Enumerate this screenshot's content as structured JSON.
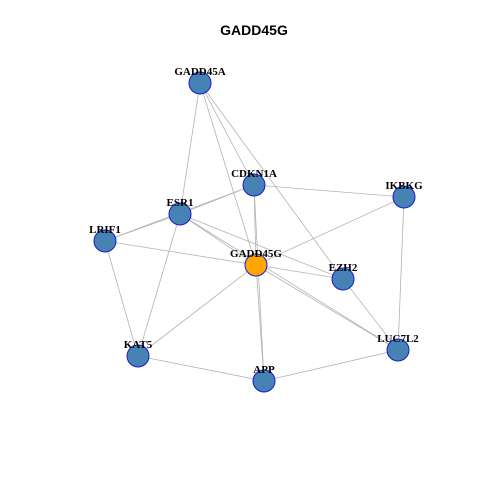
{
  "title": "GADD45G",
  "colors": {
    "node_fill": "#4682b4",
    "center_fill": "#ffa500",
    "node_border": "#1a1acc",
    "edge": "#b3b3b3"
  },
  "nodes": [
    {
      "id": "GADD45A",
      "label": "GADD45A",
      "center": false
    },
    {
      "id": "CDKN1A",
      "label": "CDKN1A",
      "center": false
    },
    {
      "id": "IKBKG",
      "label": "IKBKG",
      "center": false
    },
    {
      "id": "ESR1",
      "label": "ESR1",
      "center": false
    },
    {
      "id": "LRIF1",
      "label": "LRIF1",
      "center": false
    },
    {
      "id": "GADD45G",
      "label": "GADD45G",
      "center": true
    },
    {
      "id": "EZH2",
      "label": "EZH2",
      "center": false
    },
    {
      "id": "LUC7L2",
      "label": "LUC7L2",
      "center": false
    },
    {
      "id": "KAT5",
      "label": "KAT5",
      "center": false
    },
    {
      "id": "APP",
      "label": "APP",
      "center": false
    }
  ],
  "edges": [
    [
      "GADD45A",
      "ESR1"
    ],
    [
      "GADD45A",
      "CDKN1A"
    ],
    [
      "GADD45A",
      "GADD45G"
    ],
    [
      "GADD45A",
      "EZH2"
    ],
    [
      "CDKN1A",
      "ESR1"
    ],
    [
      "CDKN1A",
      "LRIF1"
    ],
    [
      "CDKN1A",
      "IKBKG"
    ],
    [
      "CDKN1A",
      "GADD45G"
    ],
    [
      "CDKN1A",
      "APP"
    ],
    [
      "ESR1",
      "LRIF1"
    ],
    [
      "ESR1",
      "GADD45G"
    ],
    [
      "ESR1",
      "EZH2"
    ],
    [
      "ESR1",
      "KAT5"
    ],
    [
      "ESR1",
      "LUC7L2"
    ],
    [
      "LRIF1",
      "GADD45G"
    ],
    [
      "LRIF1",
      "KAT5"
    ],
    [
      "IKBKG",
      "GADD45G"
    ],
    [
      "IKBKG",
      "LUC7L2"
    ],
    [
      "GADD45G",
      "EZH2"
    ],
    [
      "GADD45G",
      "LUC7L2"
    ],
    [
      "GADD45G",
      "KAT5"
    ],
    [
      "GADD45G",
      "APP"
    ],
    [
      "EZH2",
      "LUC7L2"
    ],
    [
      "KAT5",
      "APP"
    ],
    [
      "APP",
      "LUC7L2"
    ]
  ]
}
